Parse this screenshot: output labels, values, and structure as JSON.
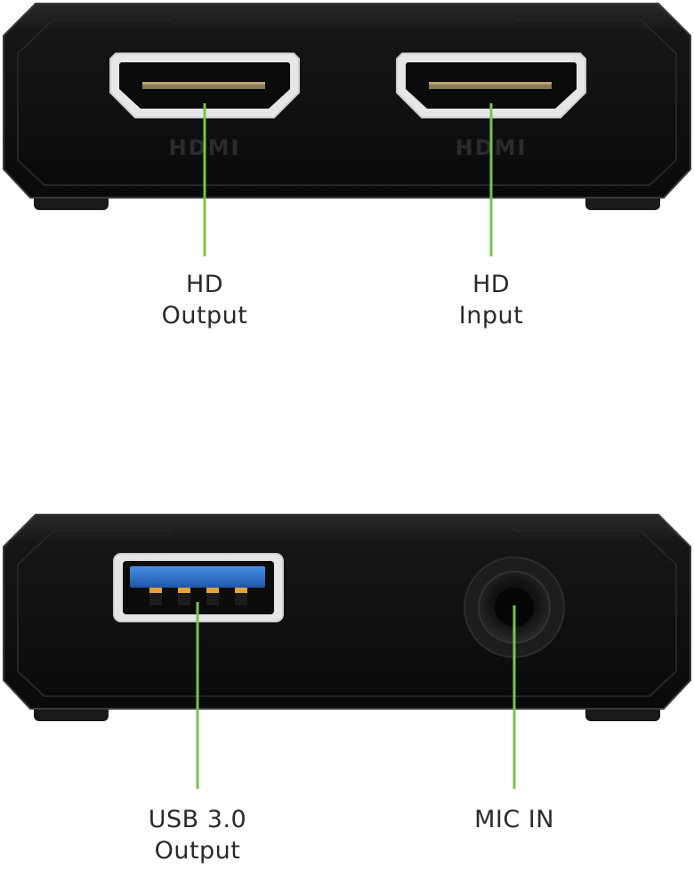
{
  "panels": {
    "hdmi_side": {
      "port_left_text": "HDMI",
      "port_right_text": "HDMI"
    }
  },
  "callouts": {
    "hdmi_out": {
      "line1": "HD",
      "line2": "Output"
    },
    "hdmi_in": {
      "line1": "HD",
      "line2": "Input"
    },
    "usb": {
      "line1": "USB 3.0",
      "line2": "Output"
    },
    "mic": {
      "line1": "MIC IN"
    }
  },
  "colors": {
    "callout_line": "#7cc24a",
    "device_body": "#111111",
    "usb_tongue": "#2f6fc9",
    "usb_pins": "#e8a23a"
  }
}
